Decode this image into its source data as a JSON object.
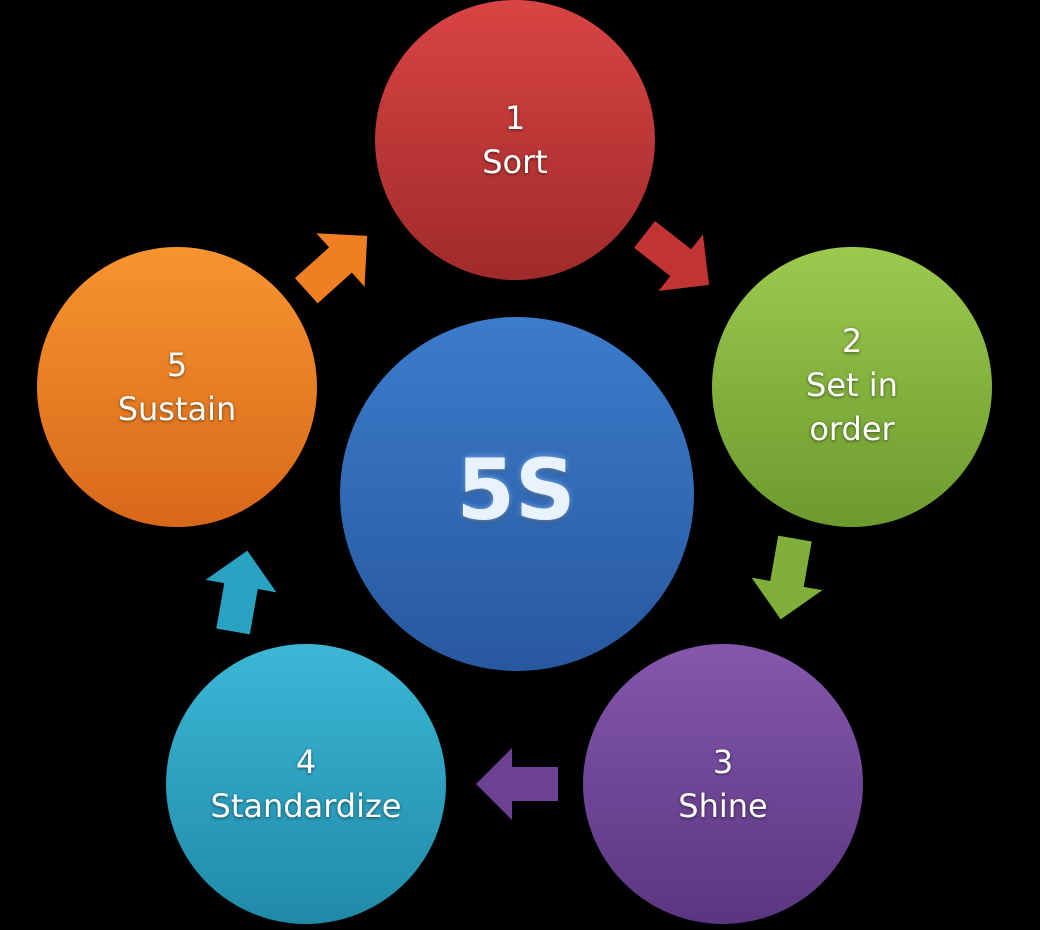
{
  "center": {
    "label": "5S",
    "color": "#2f66b8"
  },
  "steps": [
    {
      "number": "1",
      "name": "Sort",
      "color": "#c23434"
    },
    {
      "number": "2",
      "name": "Set in order",
      "name_lines": [
        "Set in",
        "order"
      ],
      "color": "#7faf3a"
    },
    {
      "number": "3",
      "name": "Shine",
      "color": "#6d4294"
    },
    {
      "number": "4",
      "name": "Standardize",
      "color": "#2aa3c3"
    },
    {
      "number": "5",
      "name": "Sustain",
      "color": "#ef7f22"
    }
  ]
}
